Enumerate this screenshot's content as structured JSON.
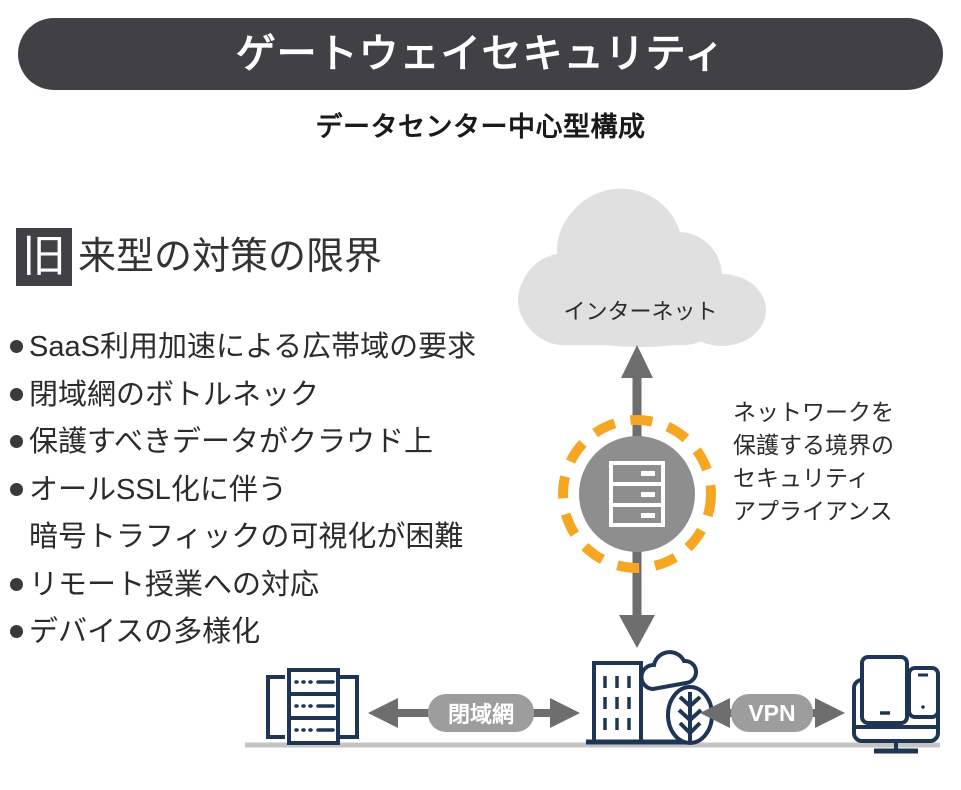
{
  "header": {
    "title": "ゲートウェイセキュリティ",
    "subtitle": "データセンター中心型構成",
    "title_bg": "#414145"
  },
  "left_section": {
    "badge": "旧",
    "heading": "来型の対策の限界",
    "bullets": [
      {
        "text": "SaaS利用加速による広帯域の要求",
        "dot": true
      },
      {
        "text": "閉域網のボトルネック",
        "dot": true
      },
      {
        "text": "保護すべきデータがクラウド上",
        "dot": true
      },
      {
        "text": "オールSSL化に伴う",
        "dot": true
      },
      {
        "text": "暗号トラフィックの可視化が困難",
        "dot": false
      },
      {
        "text": "リモート授業への対応",
        "dot": true
      },
      {
        "text": "デバイスの多様化",
        "dot": true
      }
    ]
  },
  "diagram": {
    "cloud_label": "インターネット",
    "appliance_note": "ネットワークを\n保護する境界の\nセキュリティ\nアプライアンス",
    "links": [
      {
        "label": "閉域網"
      },
      {
        "label": "VPN"
      }
    ],
    "nodes": [
      {
        "name": "server-rack",
        "label": ""
      },
      {
        "name": "office-building",
        "label": ""
      },
      {
        "name": "end-user-devices",
        "label": ""
      },
      {
        "name": "security-appliance",
        "label": ""
      }
    ],
    "colors": {
      "cloud": "#E0E0E0",
      "appliance_circle": "#8E8E8E",
      "dashed_ring": "#F5A623",
      "arrow": "#6E6E6E",
      "icon_navy": "#1F3555",
      "pill": "#9D9D9D",
      "ground": "#C4C4C4"
    }
  }
}
